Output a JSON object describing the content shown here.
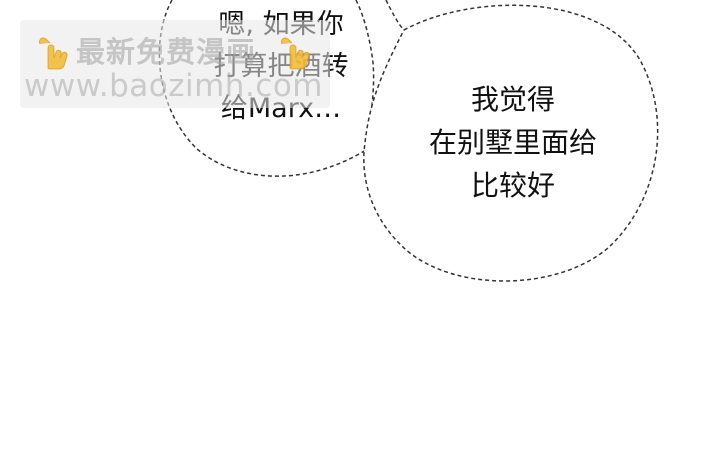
{
  "bubble_left": {
    "lines": [
      "嗯, 如果你",
      "打算把酒转",
      "给Marx…"
    ]
  },
  "bubble_right": {
    "lines": [
      "我觉得",
      "在别墅里面给",
      "比较好"
    ]
  },
  "watermark": {
    "title": "最新免费漫画",
    "url": "www.baozimh.com",
    "icon": "pointing-hand-icon"
  },
  "colors": {
    "bubble_stroke": "#333333",
    "text": "#111111",
    "watermark_icon": "#F5B82E"
  }
}
